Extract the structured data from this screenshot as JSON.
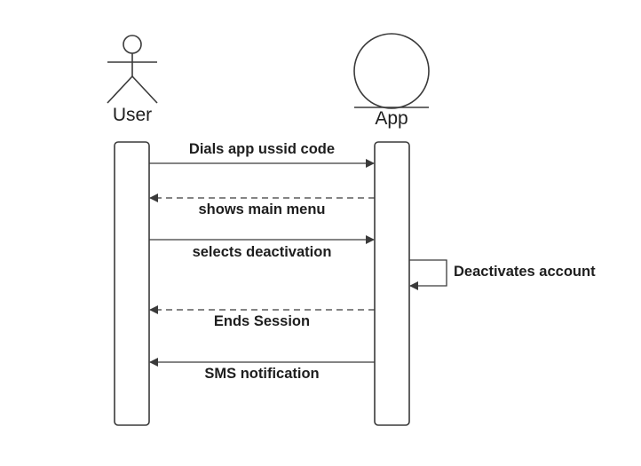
{
  "diagram": {
    "type": "sequence",
    "colors": {
      "stroke": "#3a3a3a",
      "text": "#1e1e1e",
      "background": "#ffffff"
    },
    "actors": [
      {
        "id": "user",
        "name": "User",
        "icon": "stick-figure-icon"
      },
      {
        "id": "app",
        "name": "App",
        "icon": "circle-entity-icon"
      }
    ],
    "messages": [
      {
        "from": "user",
        "to": "app",
        "label": "Dials app ussid code",
        "style": "solid"
      },
      {
        "from": "app",
        "to": "user",
        "label": "shows main menu",
        "style": "dashed"
      },
      {
        "from": "user",
        "to": "app",
        "label": "selects deactivation",
        "style": "solid"
      },
      {
        "from": "app",
        "to": "app",
        "label": "Deactivates account",
        "style": "solid"
      },
      {
        "from": "app",
        "to": "user",
        "label": "Ends Session",
        "style": "dashed"
      },
      {
        "from": "app",
        "to": "user",
        "label": "SMS notification",
        "style": "solid"
      }
    ]
  }
}
